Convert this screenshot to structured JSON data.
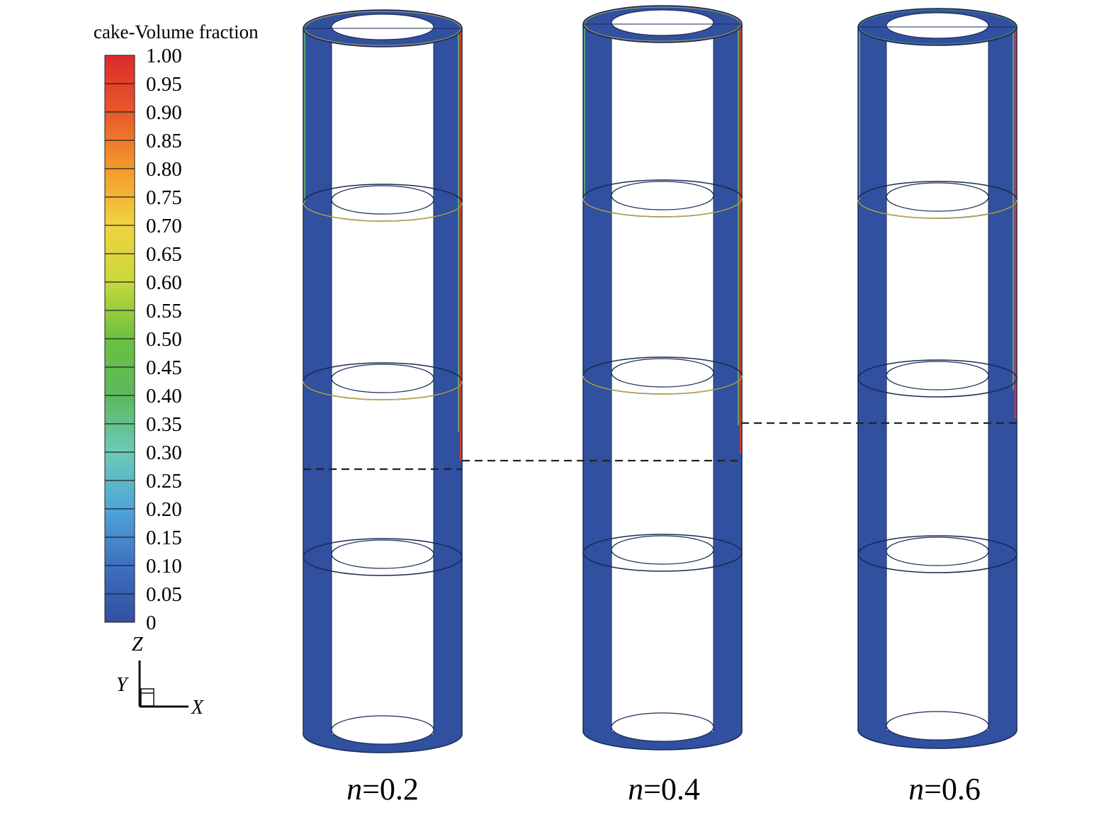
{
  "legend": {
    "title": "cake-Volume fraction",
    "colormap": [
      "#3150a0",
      "#3e6fbf",
      "#4fa6d8",
      "#6ccab8",
      "#5db85e",
      "#69c13f",
      "#c8d83c",
      "#f0d440",
      "#f39a2c",
      "#e8592a",
      "#dc2a2a"
    ],
    "levels": [
      "0",
      "0.05",
      "0.10",
      "0.15",
      "0.20",
      "0.25",
      "0.30",
      "0.35",
      "0.40",
      "0.45",
      "0.50",
      "0.55",
      "0.60",
      "0.65",
      "0.70",
      "0.75",
      "0.80",
      "0.85",
      "0.90",
      "0.95",
      "1.00"
    ]
  },
  "axes_triad": {
    "z": "Z",
    "y": "Y",
    "x": "X"
  },
  "colors": {
    "body": "#3150a0",
    "cap_hole": "#ffffff",
    "edge": "#1a2a55",
    "dash": "#222222"
  },
  "panels": [
    {
      "var": "n",
      "value": "=0.2"
    },
    {
      "var": "n",
      "value": "=0.4"
    },
    {
      "var": "n",
      "value": "=0.6"
    }
  ]
}
